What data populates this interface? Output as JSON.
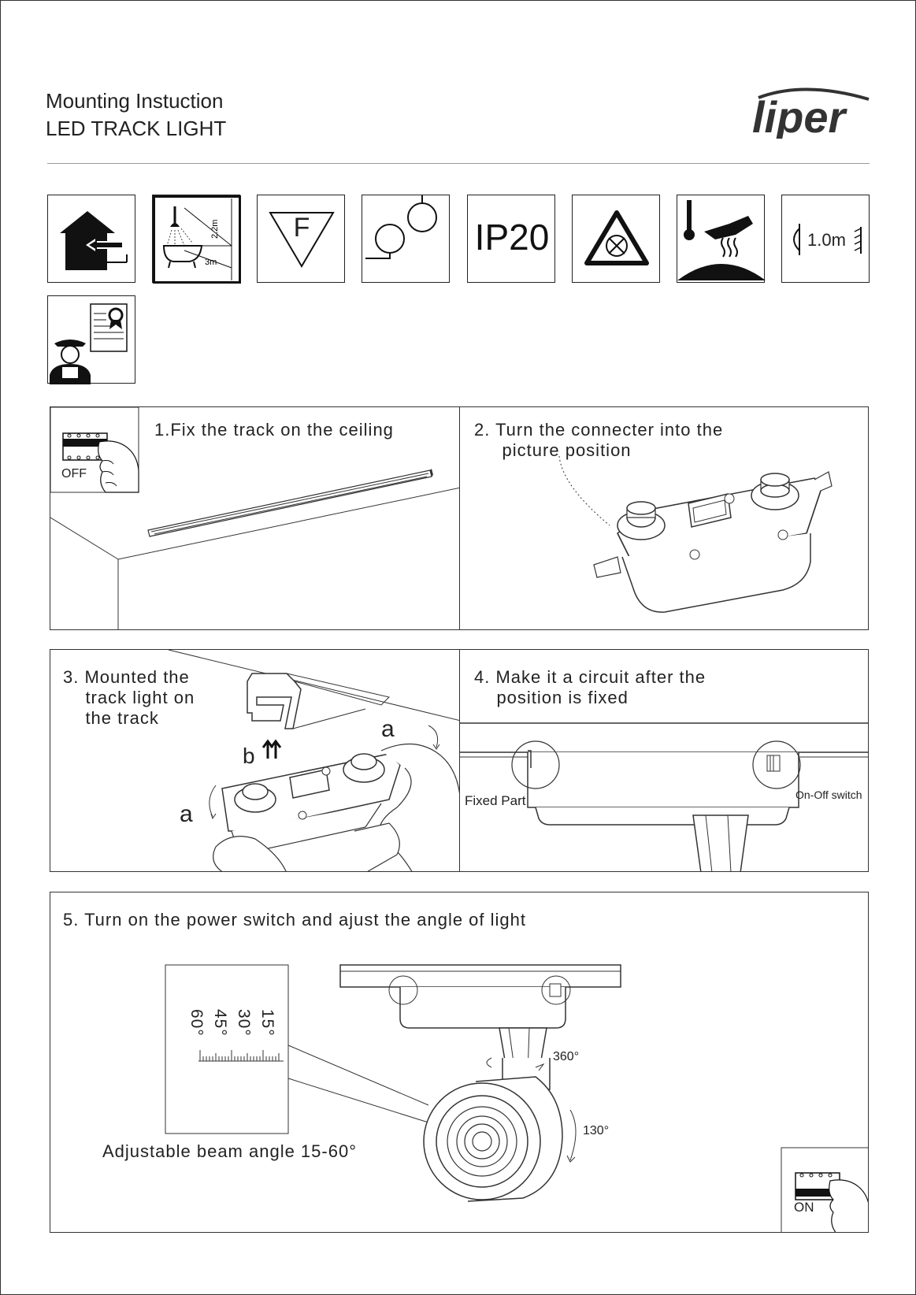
{
  "header": {
    "title_line1": "Mounting Instuction",
    "title_line2": "LED TRACK LIGHT",
    "brand": "liper"
  },
  "icons": [
    {
      "name": "indoor-use-icon"
    },
    {
      "name": "bathroom-zone-icon",
      "label_h": "2.2m",
      "label_w": "3m"
    },
    {
      "name": "f-mark-icon",
      "text": "F"
    },
    {
      "name": "class-symbol-icon"
    },
    {
      "name": "ip-rating-icon",
      "text": "IP20"
    },
    {
      "name": "no-direct-glare-icon"
    },
    {
      "name": "heat-surface-icon"
    },
    {
      "name": "min-distance-icon",
      "text": "1.0m"
    },
    {
      "name": "qualified-installer-icon"
    }
  ],
  "steps": {
    "step1": {
      "title": "1.Fix the track on the ceiling",
      "switch_label": "OFF"
    },
    "step2": {
      "title": "2. Turn the connecter into the\n     picture position"
    },
    "step3": {
      "title": "3. Mounted the\n    track light on\n    the track",
      "label_a1": "a",
      "label_a2": "a",
      "label_b": "b"
    },
    "step4": {
      "title": "4. Make it a circuit after the\n    position is fixed",
      "fixed_part": "Fixed Part",
      "switch": "On-Off switch"
    },
    "step5": {
      "title": "5. Turn on the power switch and ajust the angle of light",
      "beam": "Adjustable beam angle 15-60°",
      "rotate": "360°",
      "tilt": "130°",
      "switch_label": "ON",
      "scale": [
        "15°",
        "30°",
        "45°",
        "60°"
      ]
    }
  }
}
